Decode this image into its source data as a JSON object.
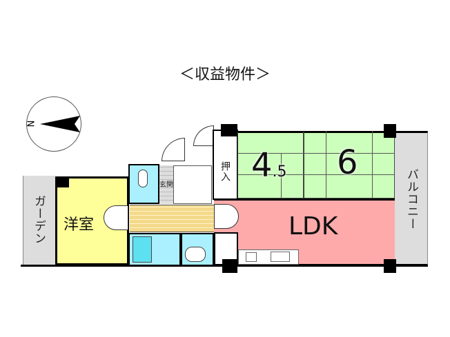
{
  "title": "＜収益物件＞",
  "compass": {
    "label": "N"
  },
  "rooms": {
    "garden": "ガーデン",
    "western_room": "洋室",
    "entrance": "玄関",
    "closet": "押入",
    "tatami_1": {
      "size_main": "4",
      "size_dec": ".5"
    },
    "tatami_2": {
      "size": "6"
    },
    "ldk": "LDK",
    "balcony": "バルコニー"
  },
  "colors": {
    "western": "#ffff99",
    "tatami": "#ccffbb",
    "ldk": "#ffaaaa",
    "water": "#aaf0ff",
    "hall": "#f3d98a",
    "outdoor": "#dddddd"
  }
}
